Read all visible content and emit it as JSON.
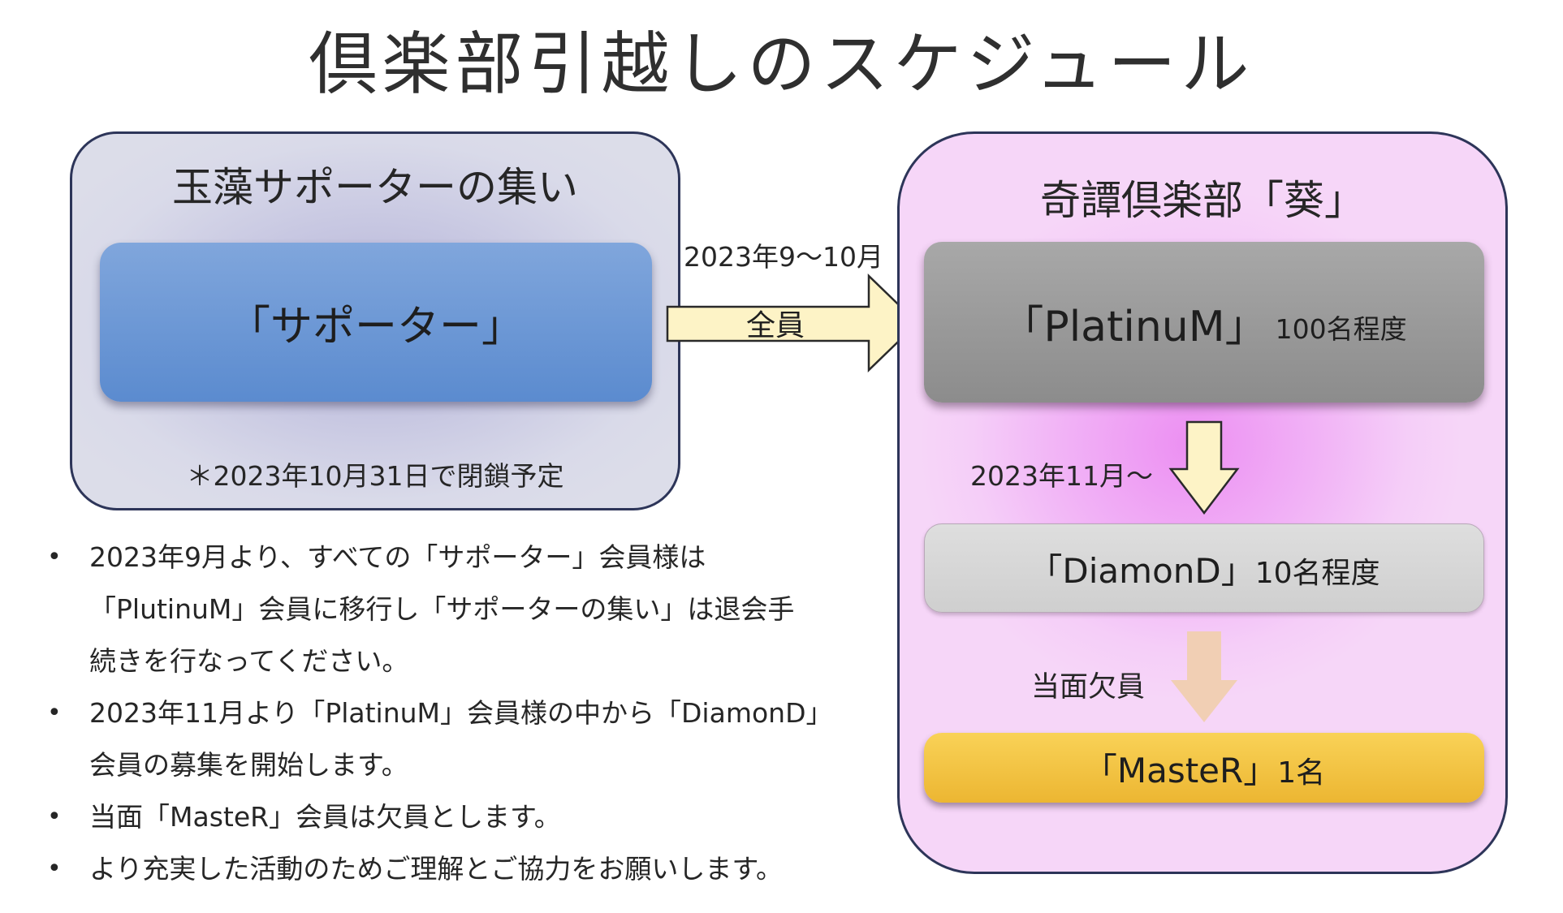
{
  "title": "倶楽部引越しのスケジュール",
  "left_panel": {
    "title": "玉藻サポーターの集い",
    "box_label": "「サポーター」",
    "note": "＊2023年10月31日で閉鎖予定"
  },
  "transfer": {
    "period": "2023年9〜10月",
    "label": "全員"
  },
  "right_panel": {
    "title": "奇譚倶楽部「葵」",
    "tiers": [
      {
        "name": "「PlatinuM」",
        "count": "100名程度"
      },
      {
        "name": "「DiamonD」",
        "count": "10名程度"
      },
      {
        "name": "「MasteR」",
        "count": "1名"
      }
    ],
    "step1_label": "2023年11月〜",
    "step2_label": "当面欠員"
  },
  "notes": [
    {
      "lines": [
        "2023年9月より、すべての「サポーター」会員様は",
        "「PlutinuM」会員に移行し「サポーターの集い」は退会手",
        "続きを行なってください。"
      ]
    },
    {
      "lines": [
        "2023年11月より「PlatinuM」会員様の中から「DiamonD」",
        "会員の募集を開始します。"
      ]
    },
    {
      "lines": [
        "当面「MasteR」会員は欠員とします。"
      ]
    },
    {
      "lines": [
        "より充実した活動のためご理解とご協力をお願いします。"
      ]
    }
  ],
  "bullet_symbol": "•",
  "colors": {
    "supporter": "#5b8bcf",
    "platinum": "#8c8c8c",
    "diamond": "#d3d3d3",
    "master": "#f2c23c",
    "arrow_fill": "#fdf3c6",
    "arrow_fill_faded": "#f1cfb4",
    "right_panel": "#f1b1f6",
    "left_panel": "#d3d4e6"
  }
}
